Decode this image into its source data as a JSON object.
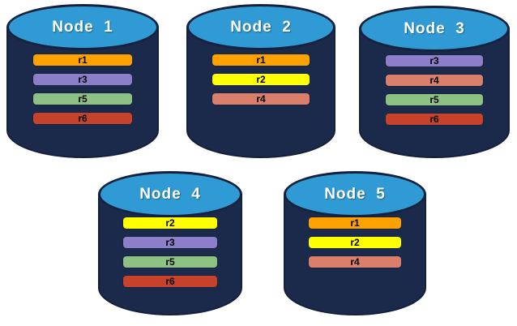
{
  "colors": {
    "background": "#FFFFFF",
    "cylinder_body": "#1B2A4A",
    "cylinder_border": "#15223F",
    "cylinder_top_ellipse": "#2F9AD3",
    "node_title_text": "#FFFFFF",
    "replica_label_text": "#000000",
    "replica_colors": {
      "r1": "#FBA100",
      "r2": "#FFFF00",
      "r3": "#8C7EC8",
      "r4": "#D97F6C",
      "r5": "#8DC183",
      "r6": "#C7422A"
    }
  },
  "nodes": [
    {
      "label": "Node  1",
      "replicas": [
        "r1",
        "r3",
        "r5",
        "r6"
      ]
    },
    {
      "label": "Node  2",
      "replicas": [
        "r1",
        "r2",
        "r4"
      ]
    },
    {
      "label": "Node  3",
      "replicas": [
        "r3",
        "r4",
        "r5",
        "r6"
      ]
    },
    {
      "label": "Node  4",
      "replicas": [
        "r2",
        "r3",
        "r5",
        "r6"
      ]
    },
    {
      "label": "Node  5",
      "replicas": [
        "r1",
        "r2",
        "r4"
      ]
    }
  ]
}
